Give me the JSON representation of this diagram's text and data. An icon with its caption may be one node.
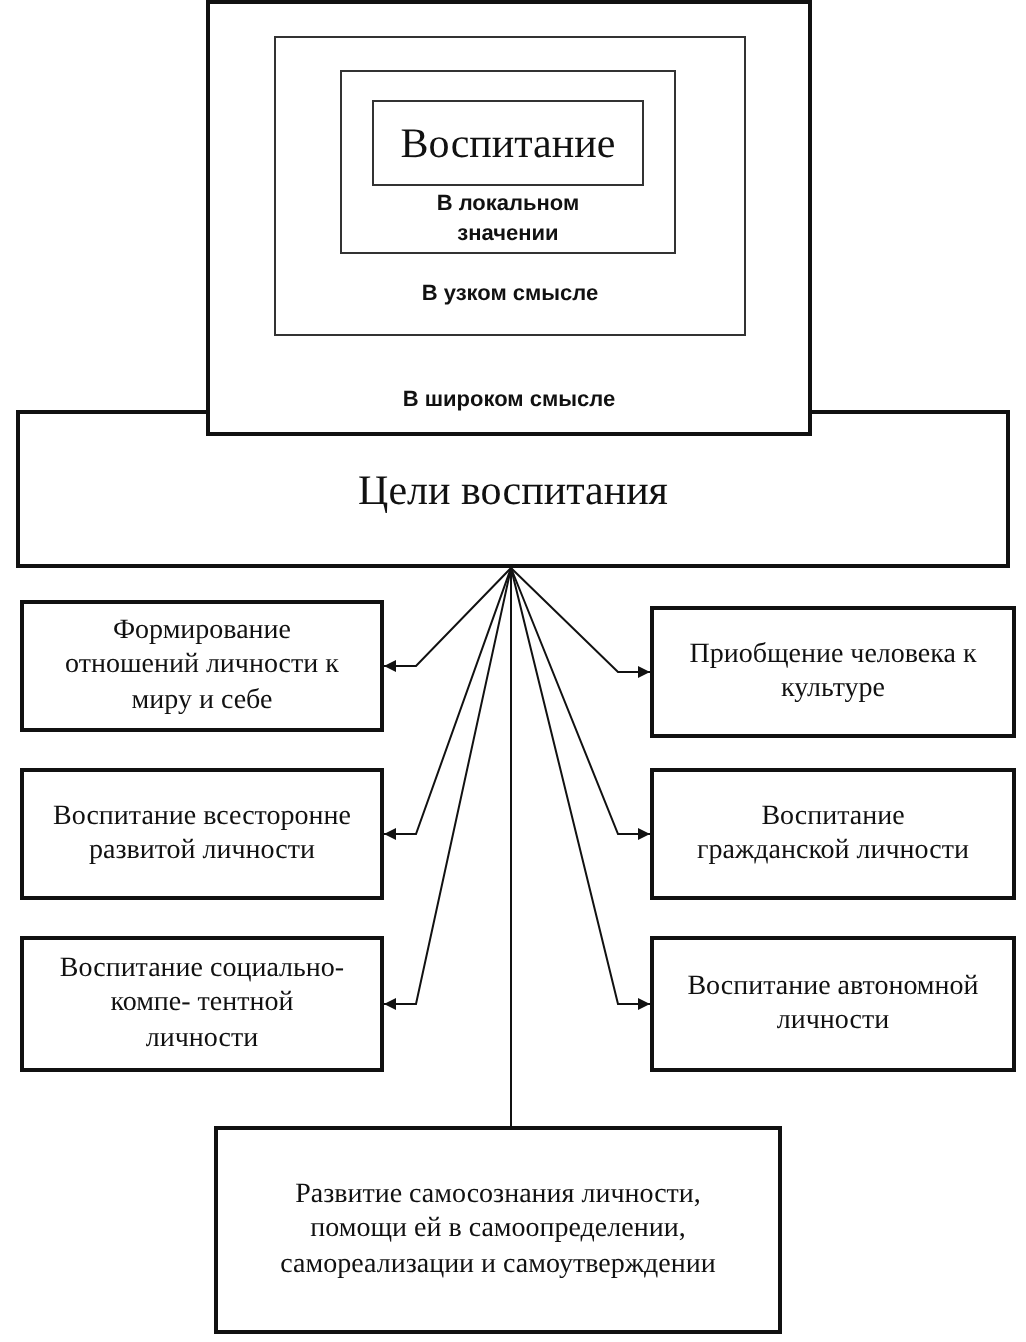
{
  "diagram": {
    "nodes": [
      {
        "text": [
          "В широком смысле"
        ]
      },
      {
        "text": [
          "В узком смысле"
        ],
        "in": 0
      },
      {
        "text": [
          "В локальном значении"
        ],
        "in": 1
      },
      {
        "text": [
          "Воспитание"
        ],
        "in": 2
      },
      {
        "text": [
          "Цели воспитания"
        ]
      },
      {
        "text": [
          "Формирование отношений личности к миру и себе"
        ]
      },
      {
        "text": [
          "Приобщение человека к культуре"
        ]
      },
      {
        "text": [
          "Воспитание всесторонне развитой личности"
        ]
      },
      {
        "text": [
          "Воспитание гражданской личности"
        ]
      },
      {
        "text": [
          "Воспитание социально-компе- тентной личности"
        ]
      },
      {
        "text": [
          "Воспитание автономной личности"
        ]
      },
      {
        "text": [
          "Развитие самосознания личности, помощи ей в самоопределении, самореализации и самоутверждении"
        ]
      }
    ],
    "edges": [
      {
        "from": 4,
        "to": 5,
        "arrow": "to"
      },
      {
        "from": 4,
        "to": 6,
        "arrow": "to"
      },
      {
        "from": 4,
        "to": 7,
        "arrow": "to"
      },
      {
        "from": 4,
        "to": 8,
        "arrow": "to"
      },
      {
        "from": 4,
        "to": 9,
        "arrow": "to"
      },
      {
        "from": 4,
        "to": 10,
        "arrow": "to"
      },
      {
        "from": 4,
        "to": 11,
        "arrow": "none"
      }
    ]
  }
}
